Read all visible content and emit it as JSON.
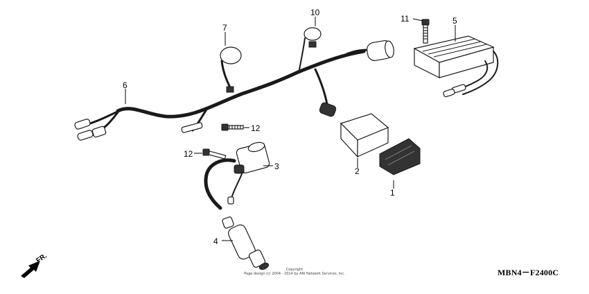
{
  "callouts": [
    "1",
    "2",
    "3",
    "4",
    "5",
    "6",
    "7",
    "10",
    "11",
    "12",
    "12"
  ],
  "direction_label": "FR.",
  "diagram_code": "MBN4－F2400C",
  "copyright": {
    "line1": "Copyright",
    "line2": "Page design (c) 2004 - 2014 by ARI Network Services, Inc."
  }
}
